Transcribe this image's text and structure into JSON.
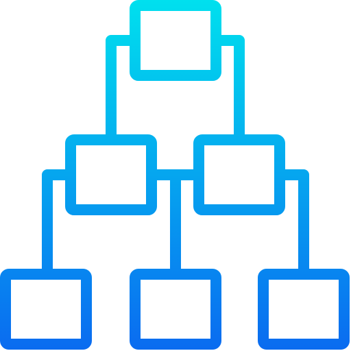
{
  "icon": {
    "name": "hierarchy-tree-icon",
    "gradient_top": "#00e0ee",
    "gradient_bottom": "#0a6bf0"
  },
  "nodes": [
    {
      "id": "root",
      "level": 0
    },
    {
      "id": "mid-left",
      "level": 1
    },
    {
      "id": "mid-right",
      "level": 1
    },
    {
      "id": "leaf-left",
      "level": 2
    },
    {
      "id": "leaf-center",
      "level": 2
    },
    {
      "id": "leaf-right",
      "level": 2
    }
  ],
  "connections": [
    {
      "from": "root",
      "to": "mid-left"
    },
    {
      "from": "root",
      "to": "mid-right"
    },
    {
      "from": "mid-left",
      "to": "leaf-left"
    },
    {
      "from": "mid-left",
      "to": "leaf-center"
    },
    {
      "from": "mid-right",
      "to": "leaf-center"
    },
    {
      "from": "mid-right",
      "to": "leaf-right"
    }
  ]
}
